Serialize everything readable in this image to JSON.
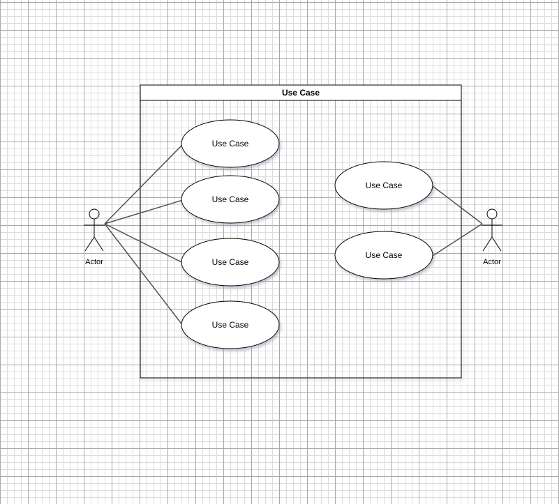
{
  "system_boundary": {
    "title": "Use Case"
  },
  "actors": {
    "left": {
      "label": "Actor"
    },
    "right": {
      "label": "Actor"
    }
  },
  "use_cases": [
    {
      "label": "Use Case"
    },
    {
      "label": "Use Case"
    },
    {
      "label": "Use Case"
    },
    {
      "label": "Use Case"
    },
    {
      "label": "Use Case"
    },
    {
      "label": "Use Case"
    }
  ],
  "colors": {
    "grid_major": "#a9a9a9",
    "grid_minor": "#dcdcdc",
    "stroke": "#000000",
    "association_line": "#505060",
    "shadow": "#c0c0d0"
  }
}
